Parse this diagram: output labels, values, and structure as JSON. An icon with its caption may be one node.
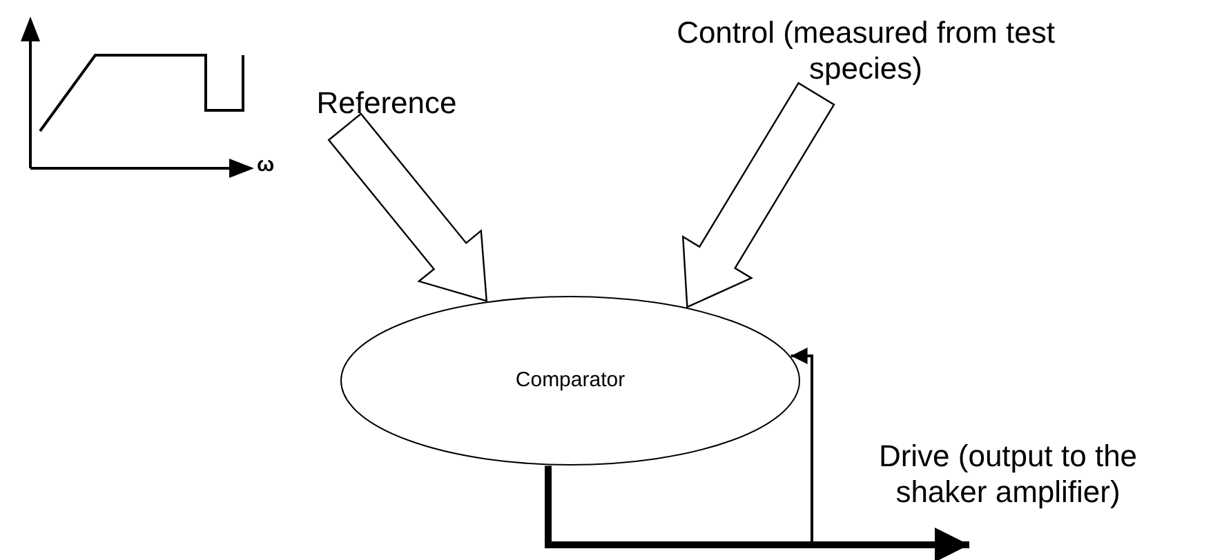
{
  "diagram": {
    "nodes": [
      {
        "text": [
          "Reference"
        ]
      },
      {
        "text": [
          "Control (measured from test species)"
        ]
      },
      {
        "text": [
          "Comparator"
        ]
      }
    ],
    "edges": [
      {
        "from": 0,
        "to": 2,
        "arrow": "to"
      },
      {
        "from": 1,
        "to": 2,
        "arrow": "to"
      },
      {
        "from": 2,
        "to": null,
        "arrow": "to",
        "style": "thick",
        "label": "Drive (output to the shaker amplifier)"
      },
      {
        "from": null,
        "to": 2,
        "arrow": "to"
      }
    ],
    "labels": [
      "ω"
    ]
  }
}
